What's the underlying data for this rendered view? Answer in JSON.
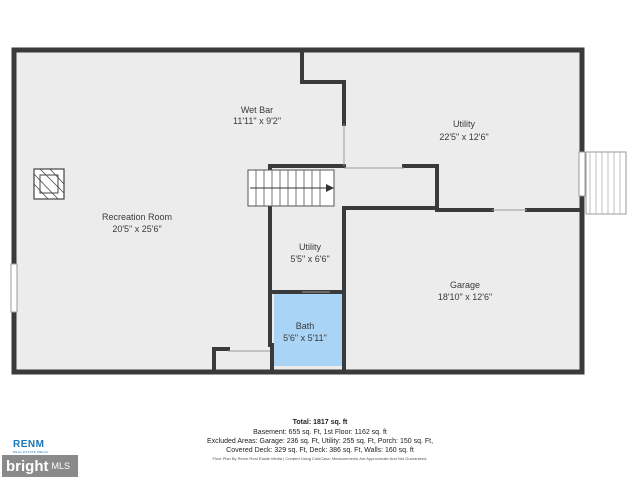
{
  "rooms": [
    {
      "name": "Wet Bar",
      "dims": "11'11\" x 9'2\""
    },
    {
      "name": "Utility",
      "dims": "22'5\" x 12'6\""
    },
    {
      "name": "Recreation Room",
      "dims": "20'5\" x 25'6\""
    },
    {
      "name": "Utility",
      "dims": "5'5\" x 6'6\""
    },
    {
      "name": "Garage",
      "dims": "18'10\" x 12'6\""
    },
    {
      "name": "Bath",
      "dims": "5'6\" x 5'11\""
    }
  ],
  "summary": {
    "total": "Total: 1817 sq. ft",
    "line1": "Basement: 655 sq. Ft, 1st Floor: 1162 sq. ft",
    "line2": "Excluded Areas: Garage: 236 sq. Ft, Utility: 255 sq. Ft, Porch: 150 sq. Ft,",
    "line3": "Covered Deck: 329 sq. Ft, Deck: 386 sq. Ft, Walls: 160 sq. ft",
    "credit": "Floor Plan By Renm Real Estate Media | Created Using CubiCasa, Measurements Are Approximate And Not Guaranteed."
  },
  "branding": {
    "renm": "RENM",
    "renm_sub": "REAL ESTATE MEDIA",
    "bright": "bright",
    "mls": "MLS"
  },
  "colors": {
    "floor": "#ececec",
    "wall": "#3a3a3a",
    "bath": "#a9d4f5"
  }
}
